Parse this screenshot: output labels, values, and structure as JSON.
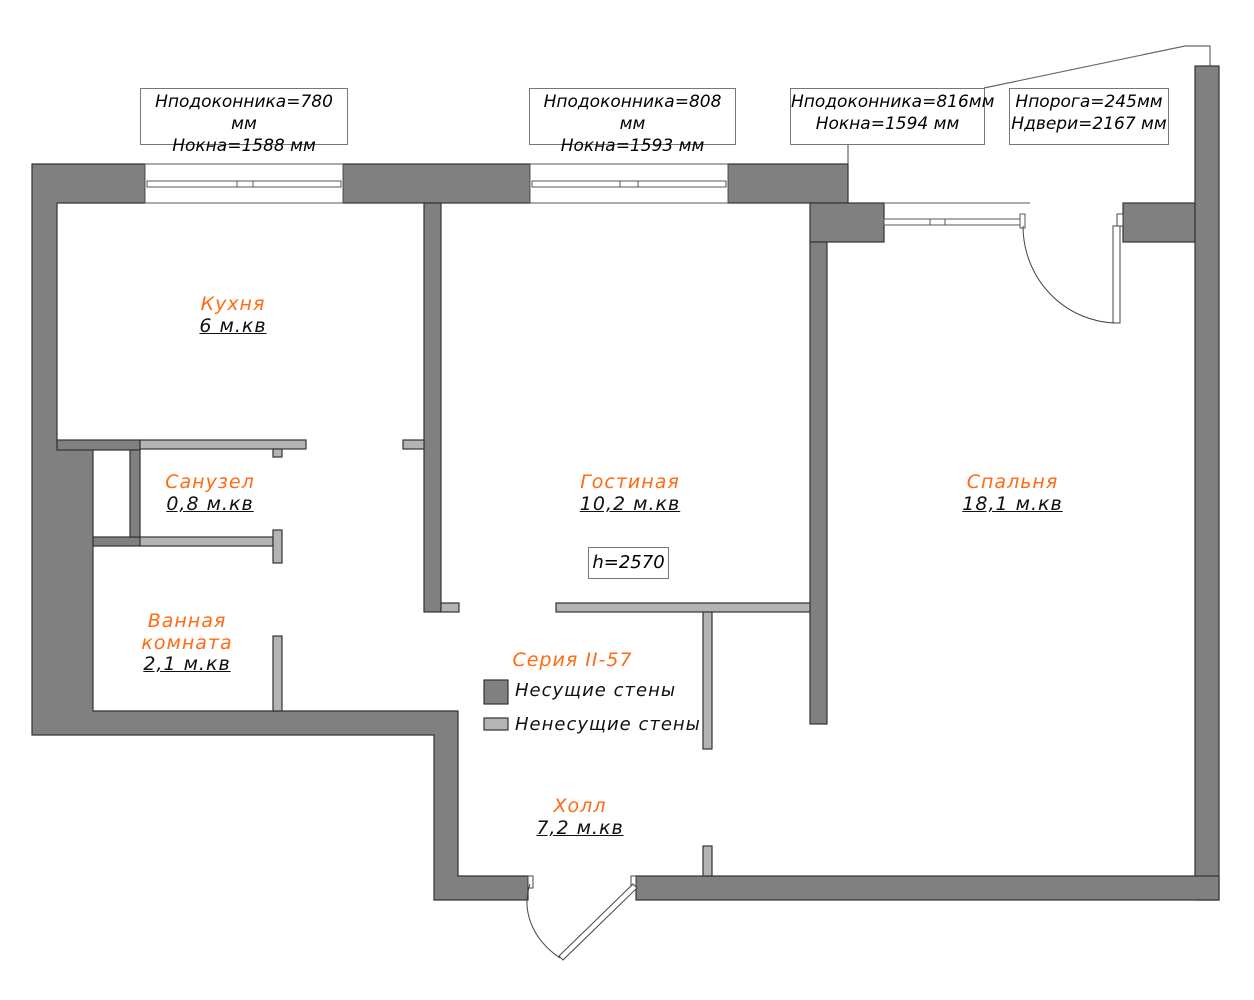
{
  "annotations": [
    {
      "sill": "Нподоконника=780 мм",
      "window": "Нокна=1588 мм"
    },
    {
      "sill": "Нподоконника=808 мм",
      "window": "Нокна=1593 мм"
    },
    {
      "sill": "Нподоконника=816мм",
      "window": "Нокна=1594 мм"
    },
    {
      "sill": "Нпорога=245мм",
      "window": "Ндвери=2167 мм"
    }
  ],
  "rooms": [
    {
      "name": "Кухня",
      "area": "6 м.кв"
    },
    {
      "name": "Санузел",
      "area": "0,8 м.кв"
    },
    {
      "name": "Ванная",
      "name2": "комната",
      "area": "2,1 м.кв"
    },
    {
      "name": "Гостиная",
      "area": "10,2 м.кв"
    },
    {
      "name": "Спальня",
      "area": "18,1 м.кв"
    },
    {
      "name": "Холл",
      "area": "7,2 м.кв"
    }
  ],
  "ceiling_height": "h=2570",
  "legend": {
    "title": "Серия II-57",
    "items": [
      {
        "label": "Несущие стены",
        "color": "#808080"
      },
      {
        "label": "Ненесущие стены",
        "color": "#b4b4b4"
      }
    ]
  },
  "colors": {
    "bearing": "#808080",
    "nonbearing": "#b4b4b4",
    "accent": "#ff6a13"
  }
}
